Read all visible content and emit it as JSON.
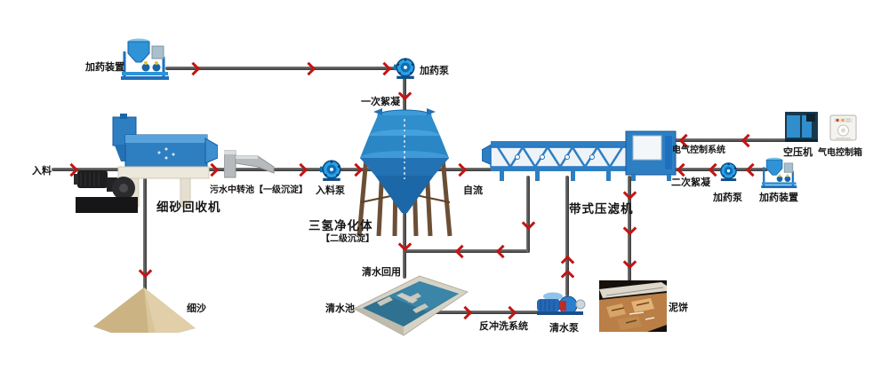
{
  "labels": {
    "feed": "入料",
    "dosing_device_left": "加药装置",
    "dosing_pump_top": "加药泵",
    "primary_flocculation": "一次絮凝",
    "fine_sand_recovery_machine": "细砂回收机",
    "sewage_transfer_pool": "污水中转池【一级沉淀】",
    "feed_pump": "入料泵",
    "purifier_name": "三氢净化体",
    "purifier_stage": "【二级沉淀】",
    "gravity_flow": "自流",
    "belt_filter_press": "带式压滤机",
    "electrical_control_system": "电气控制系统",
    "air_compressor": "空压机",
    "pneumatic_electric_control_box": "气电控制箱",
    "secondary_flocculation": "二次絮凝",
    "dosing_pump_right": "加药泵",
    "dosing_device_right": "加药装置",
    "fine_sand": "细沙",
    "clear_water_reuse": "清水回用",
    "clear_water_pool": "清水池",
    "backwash_system": "反冲洗系统",
    "clear_water_pump": "清水泵",
    "mud_cake": "泥饼"
  },
  "colors": {
    "pipe": "#4c4c4c",
    "flow_arrow": "#c41414",
    "machine_blue": "#2e7fc2",
    "machine_light_blue": "#58a3dc",
    "base_cream": "#ece8dc",
    "sand": "#d8c59c",
    "water": "#2e7191",
    "mud": "#b97f46"
  }
}
